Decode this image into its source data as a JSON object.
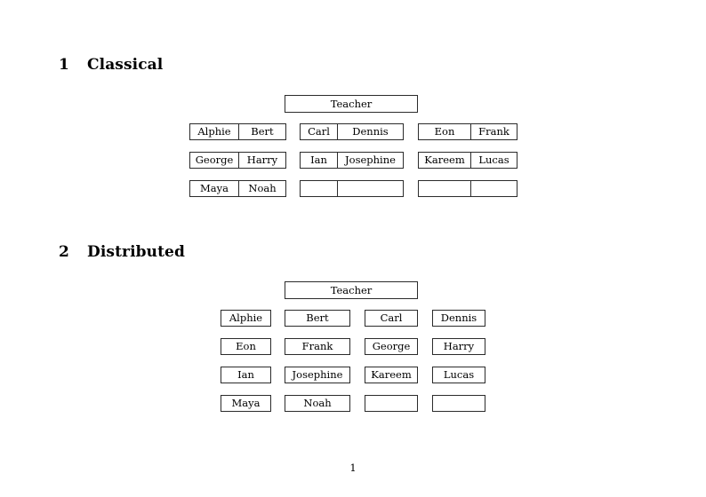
{
  "page": {
    "number": "1"
  },
  "sections": [
    {
      "id": "classical",
      "number": "1",
      "title": "Classical",
      "teacher_label": "Teacher",
      "layout": "grouped-pairs",
      "groups": [
        {
          "id": "group-1",
          "rows": [
            {
              "left": "Alphie",
              "right": "Bert"
            },
            {
              "left": "George",
              "right": "Harry"
            },
            {
              "left": "Maya",
              "right": "Noah"
            }
          ]
        },
        {
          "id": "group-2",
          "rows": [
            {
              "left": "Carl",
              "right": "Dennis"
            },
            {
              "left": "Ian",
              "right": "Josephine"
            },
            {
              "left": "",
              "right": ""
            }
          ]
        },
        {
          "id": "group-3",
          "rows": [
            {
              "left": "Eon",
              "right": "Frank"
            },
            {
              "left": "Kareem",
              "right": "Lucas"
            },
            {
              "left": "",
              "right": ""
            }
          ]
        }
      ]
    },
    {
      "id": "distributed",
      "number": "2",
      "title": "Distributed",
      "teacher_label": "Teacher",
      "layout": "four-columns",
      "rows": [
        {
          "c1": "Alphie",
          "c2": "Bert",
          "c3": "Carl",
          "c4": "Dennis"
        },
        {
          "c1": "Eon",
          "c2": "Frank",
          "c3": "George",
          "c4": "Harry"
        },
        {
          "c1": "Ian",
          "c2": "Josephine",
          "c3": "Kareem",
          "c4": "Lucas"
        },
        {
          "c1": "Maya",
          "c2": "Noah",
          "c3": "",
          "c4": ""
        }
      ]
    }
  ]
}
